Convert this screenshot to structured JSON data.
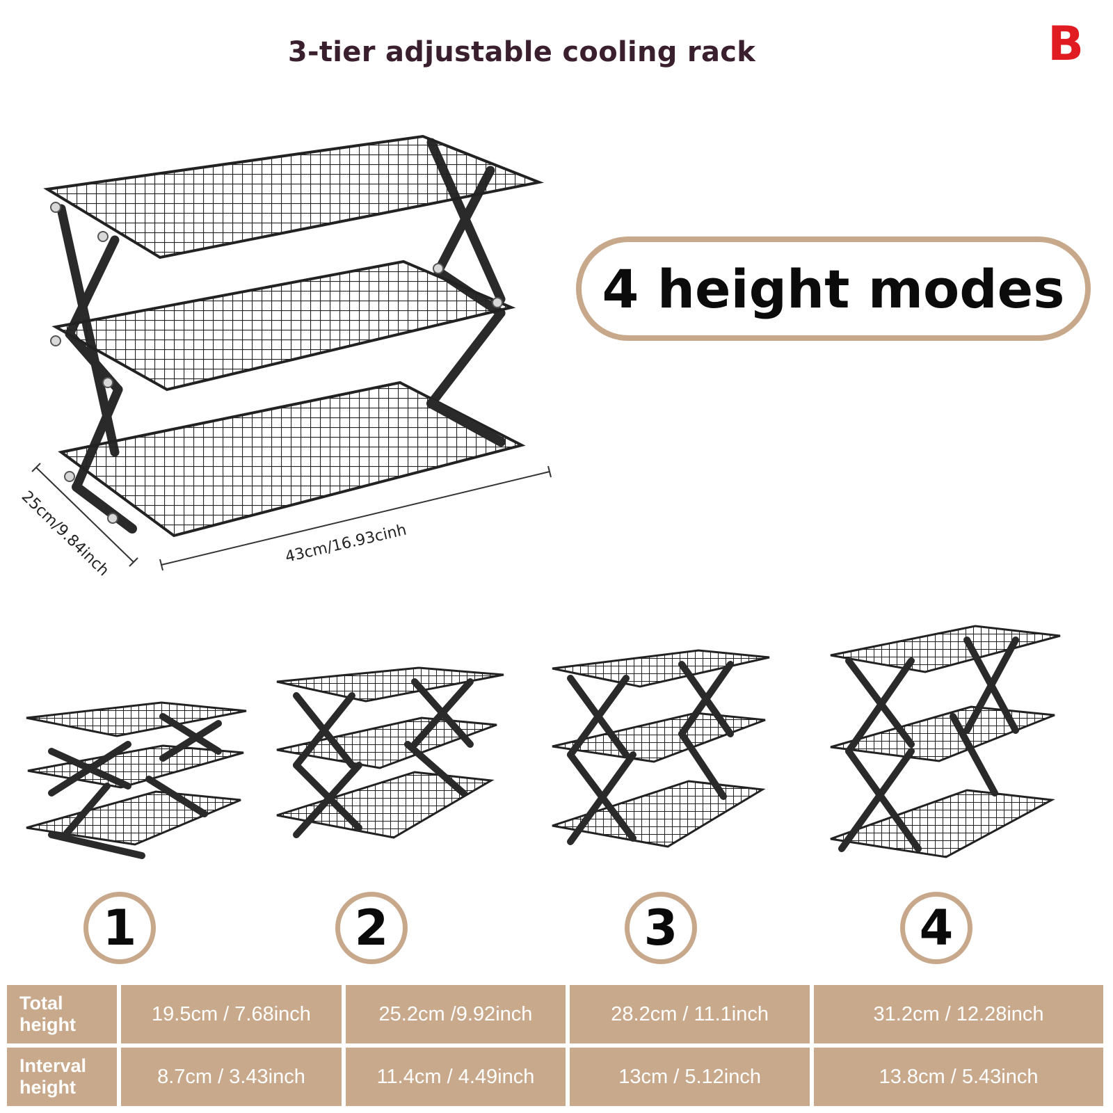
{
  "header": {
    "title": "3-tier adjustable cooling rack",
    "corner_letter": "B"
  },
  "hero": {
    "depth_label": "25cm/9.84inch",
    "width_label": "43cm/16.93cinh"
  },
  "badge": {
    "text": "4 height modes"
  },
  "modes": [
    {
      "number": "1"
    },
    {
      "number": "2"
    },
    {
      "number": "3"
    },
    {
      "number": "4"
    }
  ],
  "spec_table": {
    "rows": [
      {
        "label_line1": "Total",
        "label_line2": "height",
        "values": [
          "19.5cm / 7.68inch",
          "25.2cm /9.92inch",
          "28.2cm / 11.1inch",
          "31.2cm / 12.28inch"
        ]
      },
      {
        "label_line1": "Interval",
        "label_line2": "height",
        "values": [
          "8.7cm / 3.43inch",
          "11.4cm / 4.49inch",
          "13cm / 5.12inch",
          "13.8cm / 5.43inch"
        ]
      }
    ]
  },
  "colors": {
    "accent_tan": "#c7a88b",
    "table_fill": "#c9a98b",
    "title_color": "#3a1f2e",
    "corner_letter_color": "#e01b22"
  }
}
